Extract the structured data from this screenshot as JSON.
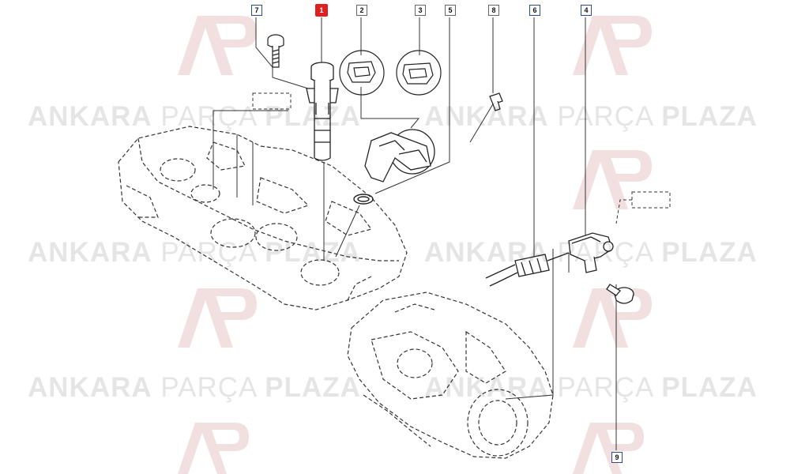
{
  "watermark": {
    "brand_bold_left": "ANKARA",
    "brand_middle": "PARÇA",
    "brand_bold_right": "PLAZA",
    "logo_letters": "AP",
    "color_logo": "#d9a3a3",
    "color_text": "#000000"
  },
  "callouts": [
    {
      "id": "callout-7",
      "label": "7",
      "style": "square"
    },
    {
      "id": "callout-1",
      "label": "1",
      "style": "highlight"
    },
    {
      "id": "callout-2",
      "label": "2",
      "style": "plain"
    },
    {
      "id": "callout-3",
      "label": "3",
      "style": "plain"
    },
    {
      "id": "callout-5",
      "label": "5",
      "style": "plain"
    },
    {
      "id": "callout-8",
      "label": "8",
      "style": "plain"
    },
    {
      "id": "callout-6",
      "label": "6",
      "style": "square"
    },
    {
      "id": "callout-4",
      "label": "4",
      "style": "square"
    },
    {
      "id": "callout-9",
      "label": "9",
      "style": "square"
    }
  ],
  "colors": {
    "line": "#333333",
    "highlight": "#e02020",
    "callout_border_blue": "#2a4d8a"
  }
}
